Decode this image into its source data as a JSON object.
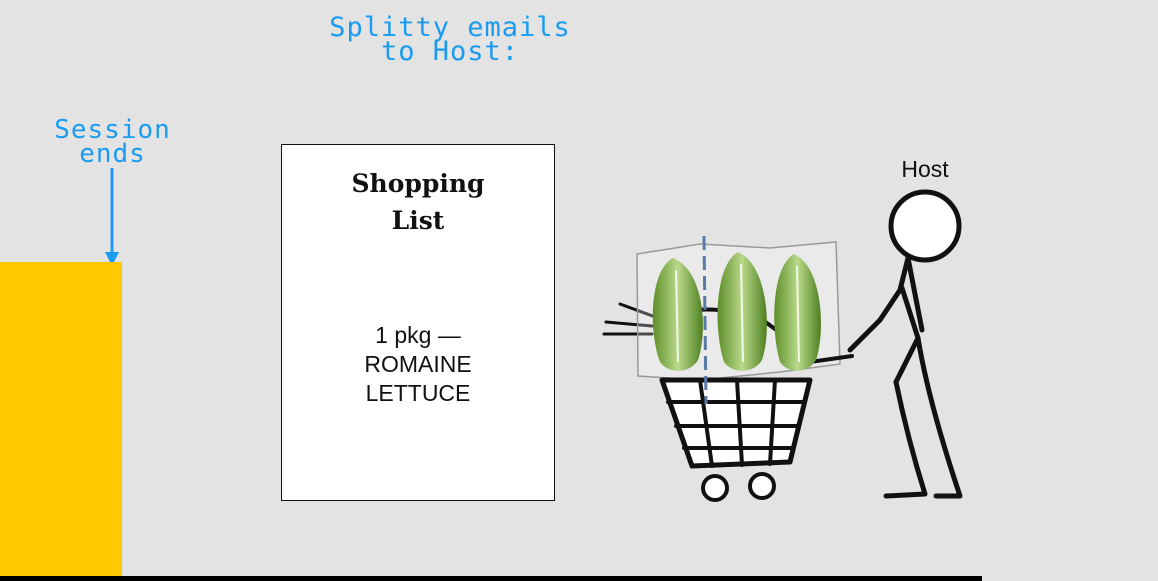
{
  "header": {
    "line1": "Splitty emails",
    "line2": "to Host:"
  },
  "session_label": {
    "line1": "Session",
    "line2": "ends"
  },
  "shopping_list": {
    "title_line1": "Shopping",
    "title_line2": "List",
    "item_line1": "1 pkg —",
    "item_line2": "ROMAINE",
    "item_line3": "LETTUCE"
  },
  "host_label": "Host",
  "colors": {
    "accent": "#1a9bf0",
    "block": "#ffc800",
    "background": "#e3e3e3"
  }
}
